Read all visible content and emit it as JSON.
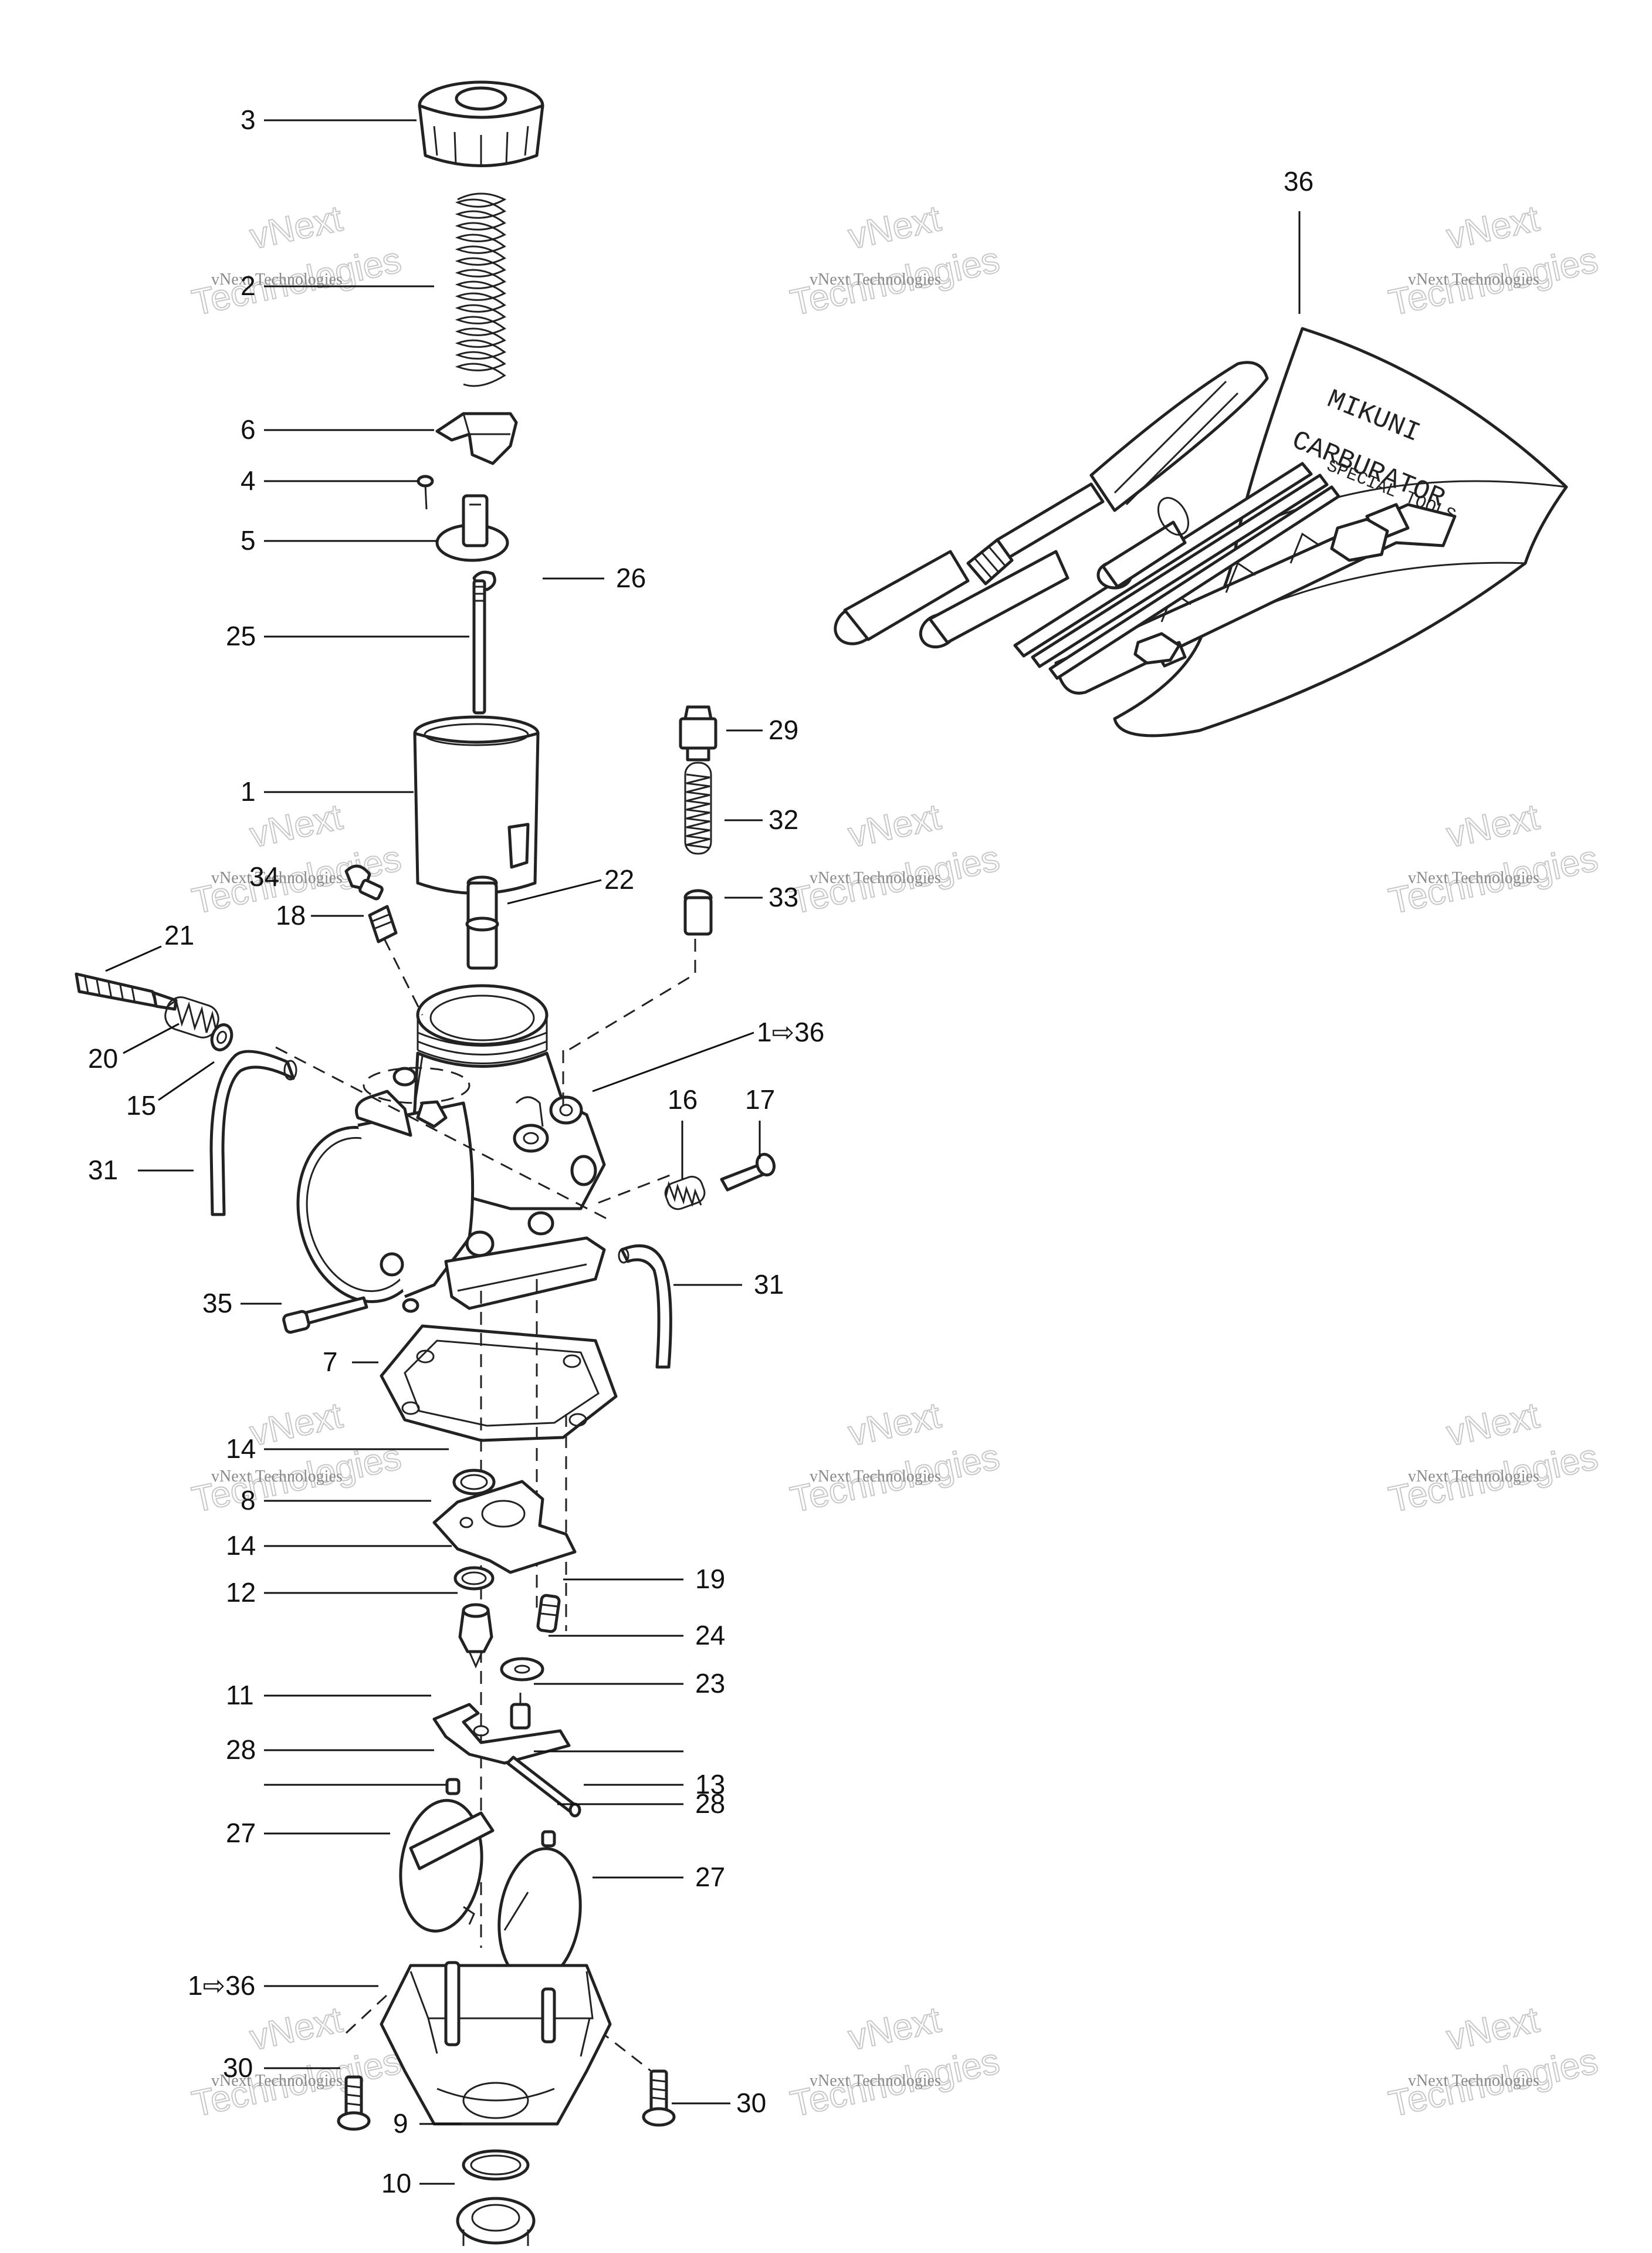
{
  "callouts": {
    "c3": "3",
    "c2": "2",
    "c6": "6",
    "c4": "4",
    "c5": "5",
    "c26": "26",
    "c25": "25",
    "c1": "1",
    "c29": "29",
    "c32": "32",
    "c34": "34",
    "c22": "22",
    "c33": "33",
    "c18": "18",
    "c21": "21",
    "c20": "20",
    "c15": "15",
    "c1to36_top": "1⇨36",
    "c16": "16",
    "c17": "17",
    "c31_left": "31",
    "c31_right": "31",
    "c35": "35",
    "c7": "7",
    "c14_top": "14",
    "c8": "8",
    "c14_bottom": "14",
    "c19": "19",
    "c12": "12",
    "c24": "24",
    "c11": "11",
    "c23": "23",
    "c28_left": "28",
    "c13": "13",
    "c28_right": "28",
    "c27_left": "27",
    "c27_right": "27",
    "c1to36_bottom": "1⇨36",
    "c30_left": "30",
    "c30_right": "30",
    "c9": "9",
    "c10": "10",
    "c36": "36"
  },
  "kit_label": {
    "line1": "MIKUNI",
    "line2": "CARBURATOR",
    "line3": "SPECIAL TOOLS"
  },
  "watermark": {
    "line1": "vNext Technologies",
    "brand": "vNext",
    "word": "Technologies"
  },
  "colors": {
    "ink": "#111111",
    "watermark": "#8a8a8a"
  }
}
